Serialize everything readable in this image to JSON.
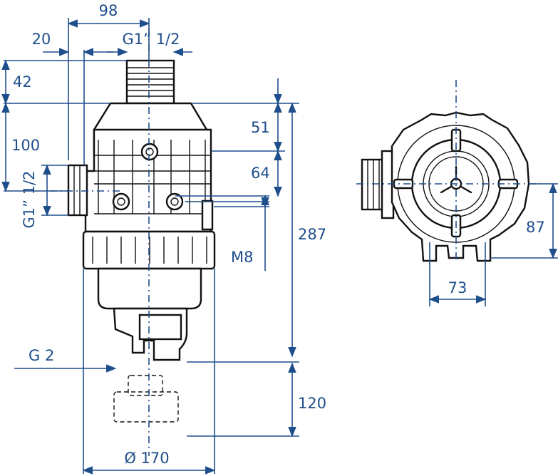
{
  "dimensions": {
    "d98": "98",
    "d20": "20",
    "thread_top": "G1” 1/2",
    "d42": "42",
    "d100": "100",
    "thread_left": "G1” 1/2",
    "d51": "51",
    "d64": "64",
    "d287": "287",
    "m8": "M8",
    "g2": "G 2",
    "d120": "120",
    "dia170": "Ø 170",
    "d87": "87",
    "d73": "73"
  },
  "colors": {
    "dimension_line": "#1f4e8c",
    "outline": "#111111"
  }
}
